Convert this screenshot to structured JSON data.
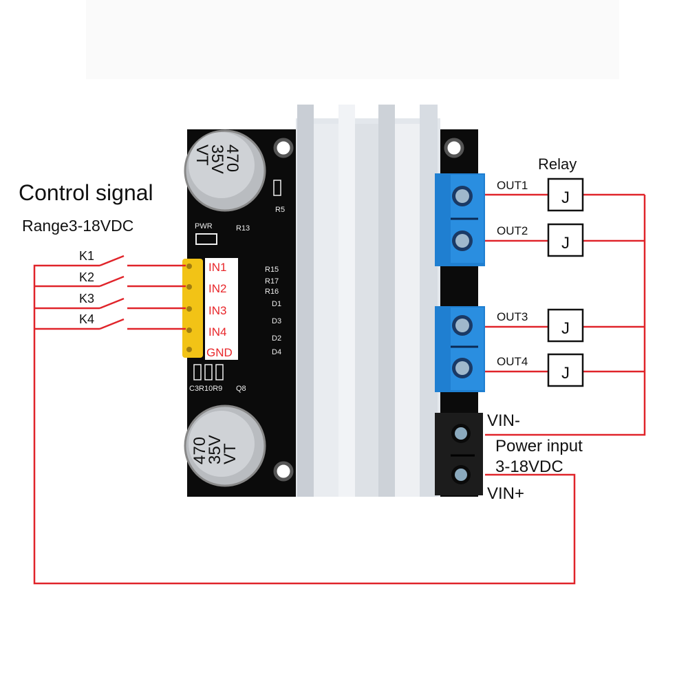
{
  "control": {
    "title": "Control signal",
    "range": "Range3-18VDC",
    "switches": [
      "K1",
      "K2",
      "K3",
      "K4"
    ]
  },
  "board": {
    "input_pins": [
      "IN1",
      "IN2",
      "IN3",
      "IN4",
      "GND"
    ],
    "capacitor_top": [
      "470",
      "35V",
      "VT"
    ],
    "capacitor_bottom": [
      "470",
      "35V",
      "VT"
    ],
    "silkscreen": [
      "PWR",
      "R13",
      "R5",
      "R15",
      "R17",
      "R16",
      "D1",
      "D3",
      "D2",
      "D4",
      "C3R10R9",
      "Q8"
    ]
  },
  "outputs": {
    "relay_title": "Relay",
    "relay_symbol": "J",
    "labels": [
      "OUT1",
      "OUT2",
      "OUT3",
      "OUT4"
    ]
  },
  "power": {
    "vin_minus": "VIN-",
    "label": "Power input",
    "range": "3-18VDC",
    "vin_plus": "VIN+"
  },
  "colors": {
    "wire": "#e0242a",
    "terminal_blue": "#1f7fd1",
    "pin_header": "#f2c316",
    "pcb": "#0b0b0b",
    "heatsink": "#dfe3e8"
  }
}
